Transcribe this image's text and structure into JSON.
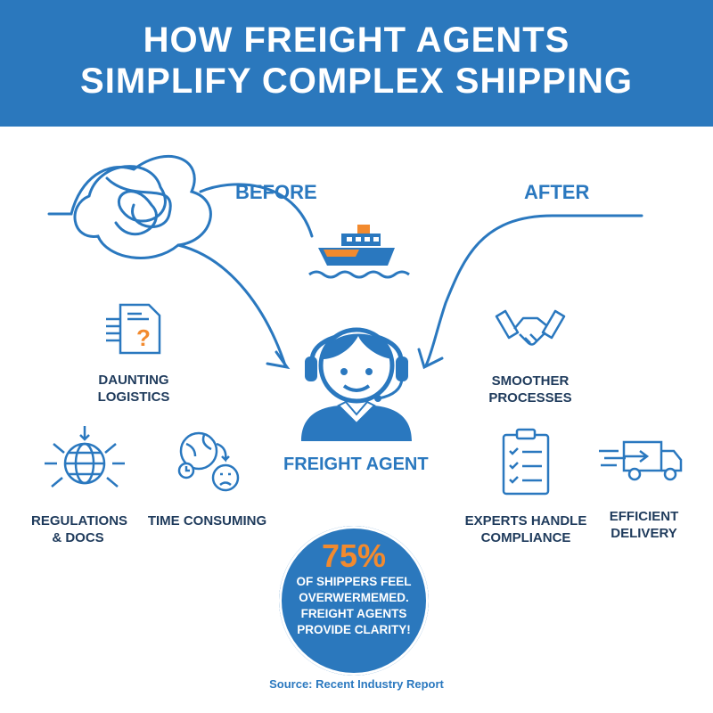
{
  "header": {
    "line1": "HOW FREIGHT AGENTS",
    "line2": "SIMPLIFY COMPLEX SHIPPING"
  },
  "before_label": "BEFORE",
  "after_label": "AFTER",
  "center": {
    "label": "FREIGHT AGENT",
    "icon": "agent-headset-icon"
  },
  "before_items": [
    {
      "label": "DAUNTING\nLOGISTICS",
      "icon": "document-question-icon"
    },
    {
      "label": "REGULATIONS\n& DOCS",
      "icon": "globe-arrows-icon"
    },
    {
      "label": "TIME CONSUMING",
      "icon": "globe-clock-frown-icon"
    }
  ],
  "after_items": [
    {
      "label": "SMOOTHER\nPROCESSES",
      "icon": "handshake-icon"
    },
    {
      "label": "EXPERTS HANDLE\nCOMPLIANCE",
      "icon": "checklist-icon"
    },
    {
      "label": "EFFICIENT\nDELIVERY",
      "icon": "delivery-truck-icon"
    }
  ],
  "stat": {
    "value": "75%",
    "message": "OF SHIPPERS FEEL OVERWERMEMED. FREIGHT AGENTS PROVIDE CLARITY!"
  },
  "source": "Source: Recent Industry Report",
  "colors": {
    "primary": "#2b78bd",
    "accent": "#f28a2e",
    "text_dark": "#1f3b5c"
  }
}
